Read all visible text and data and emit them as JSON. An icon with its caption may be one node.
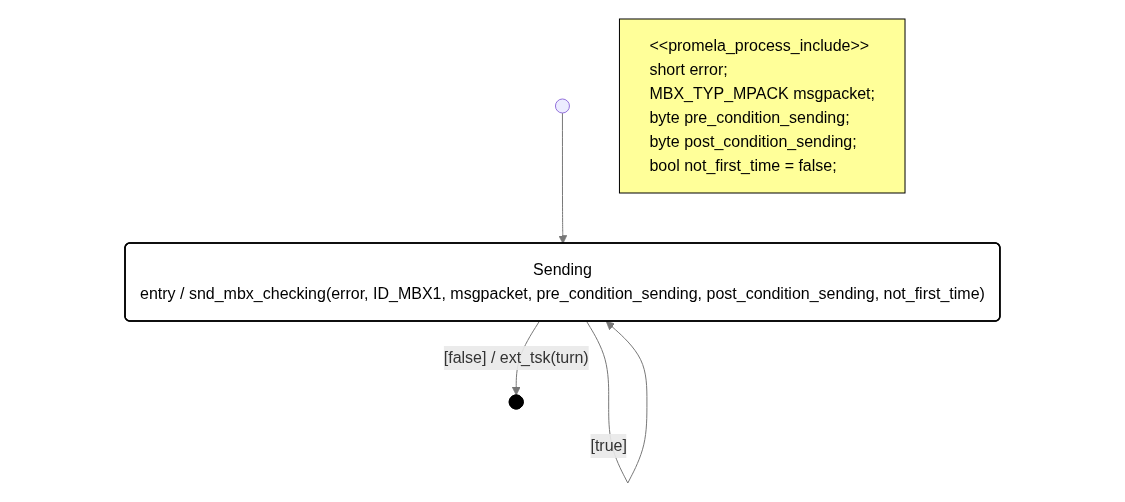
{
  "diagram": {
    "nodes": [
      {
        "text": [],
        "shape": "circle"
      },
      {
        "text": [
          "Sending",
          "entry / snd_mbx_checking(error, ID_MBX1, msgpacket, pre_condition_sending, post_condition_sending, not_first_time)"
        ]
      },
      {
        "text": [],
        "shape": "circle"
      },
      {
        "text": [
          "<<promela_process_include>>",
          "short error;",
          "MBX_TYP_MPACK msgpacket;",
          "byte pre_condition_sending;",
          "byte post_condition_sending;",
          "bool not_first_time = false;"
        ]
      }
    ],
    "edges": [
      {
        "from": 0,
        "to": 1,
        "arrow": "to"
      },
      {
        "from": 1,
        "to": 1,
        "label": "[true]",
        "arrow": "to"
      },
      {
        "from": 1,
        "to": 2,
        "label": "[false] / ext_tsk(turn)",
        "arrow": "to"
      }
    ]
  }
}
